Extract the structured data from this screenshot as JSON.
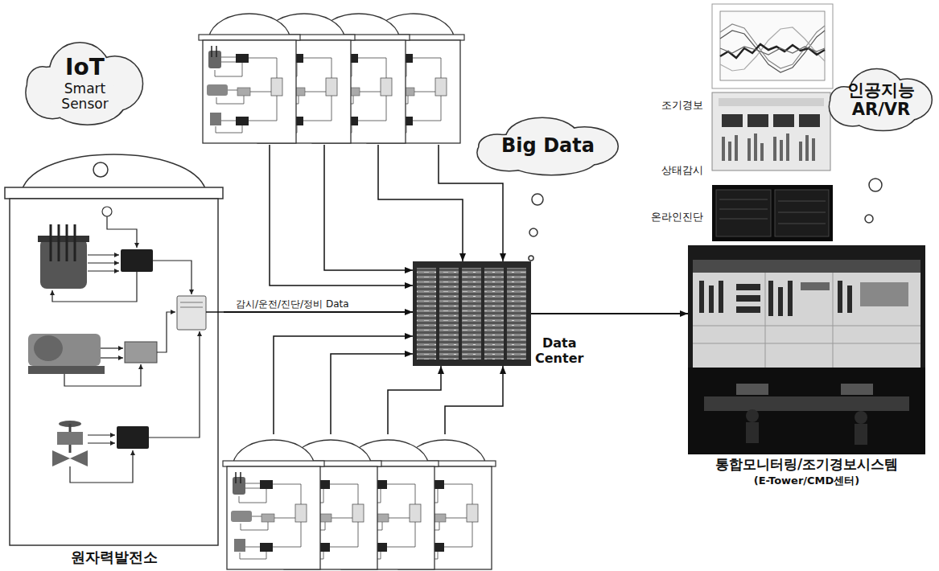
{
  "diagram": {
    "nodes": [
      {
        "text": [
          "IoT",
          "Smart Sensor"
        ]
      },
      {
        "text": [
          "원자력발전소"
        ]
      },
      {
        "text": [
          "Big Data"
        ]
      },
      {
        "text": [
          "Data Center"
        ]
      },
      {
        "text": [
          "인공지능 AR/VR"
        ]
      },
      {
        "text": [
          "통합모니터링/조기경보시스템",
          "(E-Tower/CMD센터)"
        ]
      }
    ],
    "edges": [
      {
        "from": 1,
        "to": 3,
        "arrow": "to",
        "label": "감시/운전/진단/정비 Data"
      },
      {
        "from": 3,
        "to": 5,
        "arrow": "to"
      }
    ],
    "labels": [
      "조기경보",
      "상태감시",
      "온라인진단"
    ]
  }
}
